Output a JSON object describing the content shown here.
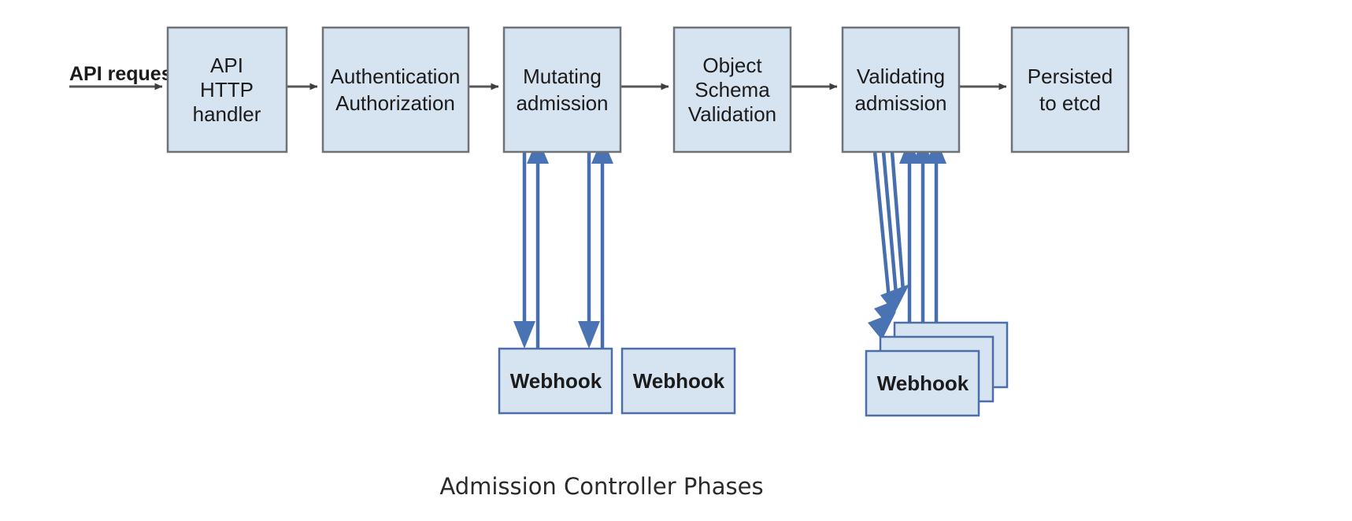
{
  "caption": "Admission Controller Phases",
  "entry": {
    "label": "API request"
  },
  "colors": {
    "box_fill": "#d6e3f0",
    "box_stroke": "#6f7276",
    "webhook_stroke": "#4a6fa8",
    "connector": "#555759",
    "webhook_arrow": "#476fb0",
    "background": "#ffffff",
    "text": "#1b1b1b"
  },
  "phases": [
    {
      "id": "api-http-handler",
      "lines": [
        "API",
        "HTTP",
        "handler"
      ]
    },
    {
      "id": "authn-authz",
      "lines": [
        "Authentication",
        "Authorization"
      ]
    },
    {
      "id": "mutating-admission",
      "lines": [
        "Mutating",
        "admission"
      ]
    },
    {
      "id": "object-schema-validation",
      "lines": [
        "Object",
        "Schema",
        "Validation"
      ]
    },
    {
      "id": "validating-admission",
      "lines": [
        "Validating",
        "admission"
      ]
    },
    {
      "id": "persisted-to-etcd",
      "lines": [
        "Persisted",
        "to etcd"
      ]
    }
  ],
  "webhooks": [
    {
      "id": "mutating-webhook-1",
      "label": "Webhook",
      "attached_to": "mutating-admission"
    },
    {
      "id": "mutating-webhook-2",
      "label": "Webhook",
      "attached_to": "mutating-admission"
    },
    {
      "id": "validating-webhook-stack",
      "label": "Webhook",
      "attached_to": "validating-admission",
      "stack_count": 3
    }
  ]
}
